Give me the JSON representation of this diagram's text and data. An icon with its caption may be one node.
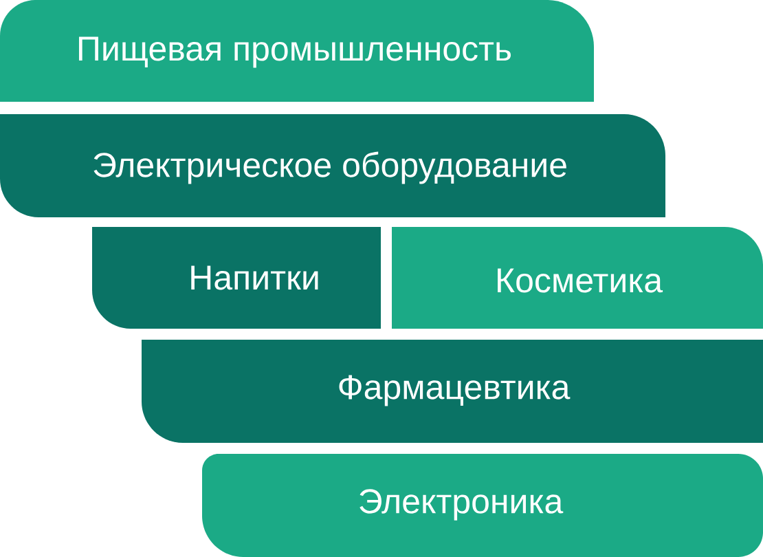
{
  "diagram": {
    "nodes": [
      {
        "text": [
          "Пищевая промышленность"
        ]
      },
      {
        "text": [
          "Электрическое оборудование"
        ]
      },
      {
        "text": [
          "Напитки"
        ]
      },
      {
        "text": [
          "Косметика"
        ]
      },
      {
        "text": [
          "Фармацевтика"
        ]
      },
      {
        "text": [
          "Электроника"
        ]
      }
    ]
  }
}
